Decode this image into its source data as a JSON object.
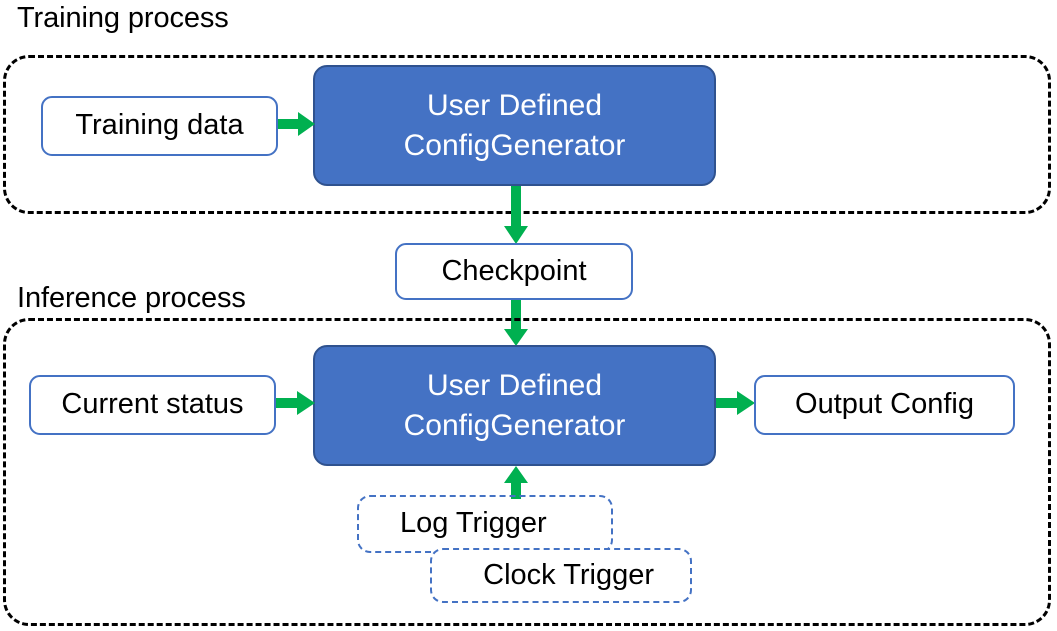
{
  "diagram": {
    "title_training": "Training process",
    "title_inference": "Inference process",
    "colors": {
      "process_fill": "#4472C4",
      "process_stroke": "#2F528F",
      "node_stroke": "#4472C4",
      "arrow": "#00B050",
      "container_stroke": "#000000",
      "text_on_process": "#FFFFFF",
      "text": "#000000"
    },
    "sections": [
      {
        "name": "training",
        "label": "Training process",
        "border_style": "dashed",
        "nodes": [
          "Training data",
          "User Defined ConfigGenerator"
        ]
      },
      {
        "name": "inference",
        "label": "Inference process",
        "border_style": "dashed",
        "nodes": [
          "Current status",
          "User Defined ConfigGenerator",
          "Output Config",
          "Log Trigger",
          "Clock Trigger"
        ]
      }
    ],
    "nodes": {
      "training_data": "Training data",
      "generator_line1": "User Defined",
      "generator_line2": "ConfigGenerator",
      "checkpoint": "Checkpoint",
      "current_status": "Current status",
      "output_config": "Output Config",
      "log_trigger": "Log Trigger",
      "clock_trigger": "Clock Trigger"
    },
    "edges": [
      {
        "from": "Training data",
        "to": "User Defined ConfigGenerator",
        "direction": "right"
      },
      {
        "from": "User Defined ConfigGenerator",
        "to": "Checkpoint",
        "direction": "down"
      },
      {
        "from": "Checkpoint",
        "to": "User Defined ConfigGenerator",
        "direction": "down"
      },
      {
        "from": "Current status",
        "to": "User Defined ConfigGenerator",
        "direction": "right"
      },
      {
        "from": "User Defined ConfigGenerator",
        "to": "Output Config",
        "direction": "right"
      },
      {
        "from": "Log Trigger",
        "to": "User Defined ConfigGenerator",
        "direction": "up"
      }
    ]
  }
}
